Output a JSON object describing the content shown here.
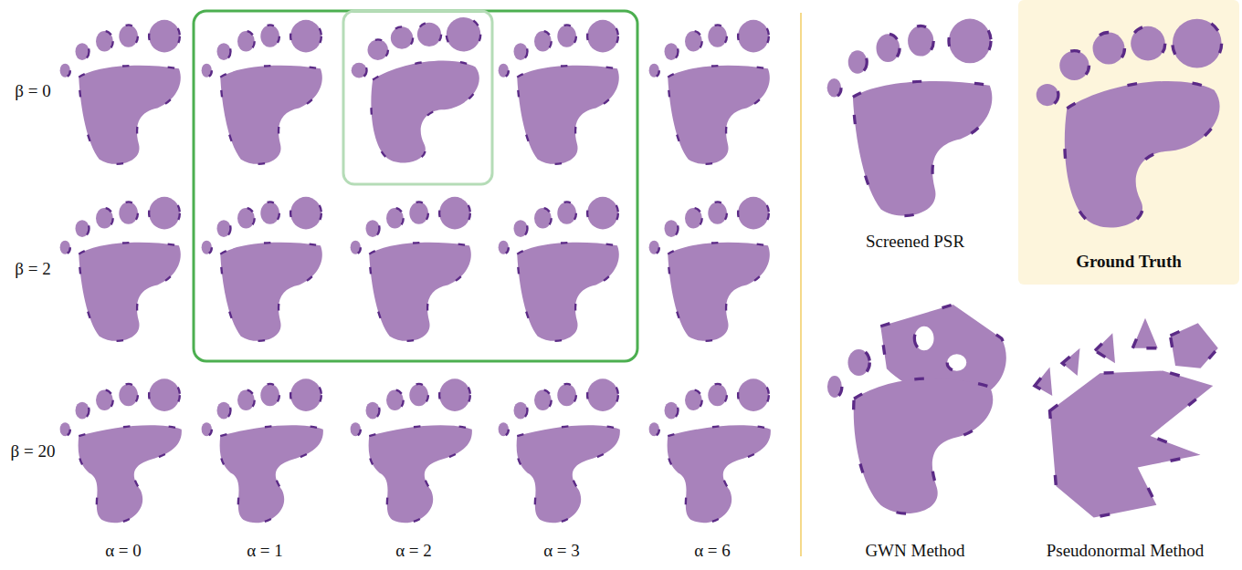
{
  "diagram": {
    "nodes": [
      {
        "text": [
          "Ground Truth"
        ]
      }
    ],
    "labels": [
      "β = 0",
      "β = 2",
      "β = 20",
      "α = 0",
      "α = 1",
      "α = 2",
      "α = 3",
      "α = 6",
      "Screened PSR",
      "GWN Method",
      "Pseudonormal Method"
    ]
  }
}
